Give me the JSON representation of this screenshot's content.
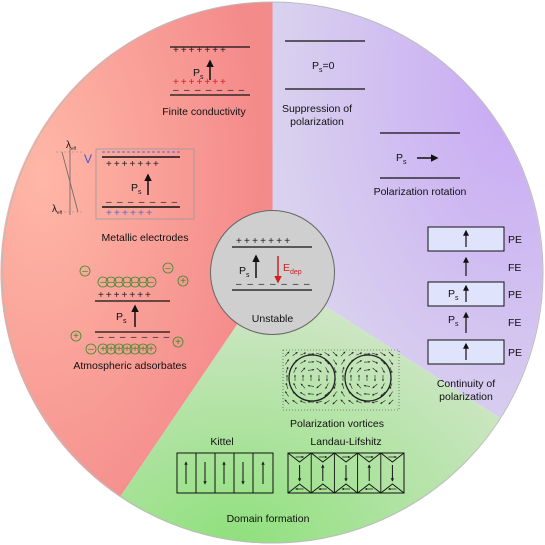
{
  "center": {
    "label": "Unstable",
    "field": "E",
    "field_sub": "dep",
    "ps": "P",
    "ps_sub": "s"
  },
  "sections": {
    "finite_conductivity": "Finite conductivity",
    "metallic_electrodes": "Metallic electrodes",
    "atmospheric_adsorbates": "Atmospheric adsorbates",
    "suppression": {
      "line1": "Suppression of",
      "line2": "polarization",
      "formula": "P",
      "formula_sub": "s",
      "formula_tail": "=0"
    },
    "rotation": {
      "label": "Polarization rotation"
    },
    "continuity": {
      "line1": "Continuity of",
      "line2": "polarization"
    },
    "vortices": "Polarization vortices",
    "domain_formation": "Domain formation",
    "kittel": "Kittel",
    "landau": "Landau-Lifshitz"
  },
  "layers": [
    "PE",
    "FE",
    "PE",
    "FE",
    "PE"
  ],
  "electrode": {
    "voltage": "V",
    "lambda": "λ",
    "lambda_sub": "eff"
  },
  "colors": {
    "red_sector": "#f49a8e",
    "purple_sector": "#cdb8ee",
    "green_sector": "#a8e09a",
    "center_circle": "#c9c9c9",
    "field_arrow": "#cc2222",
    "screen_charge": "#cc2222",
    "electrode_blue": "#5566cc",
    "adsorbate_green": "#3b8a2a",
    "layer_fill": "#dfe3fb"
  }
}
